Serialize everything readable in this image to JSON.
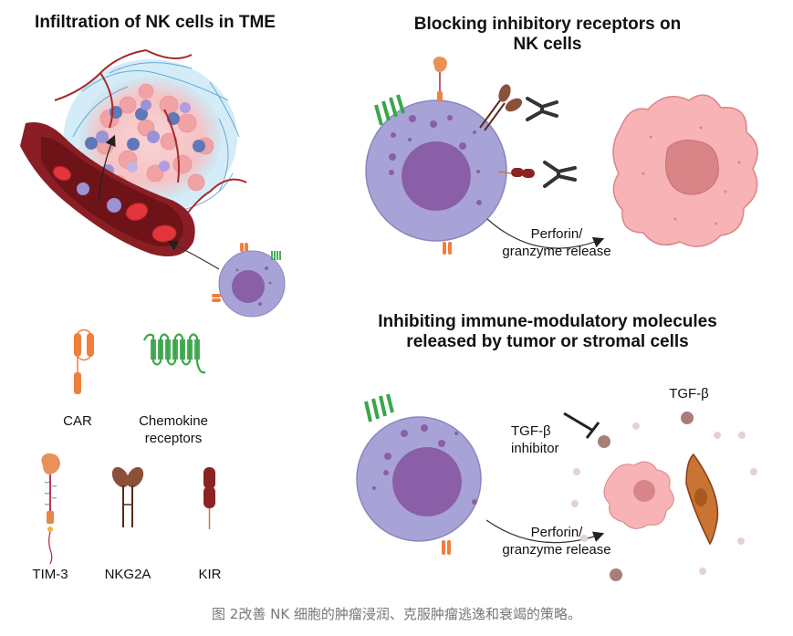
{
  "panels": {
    "infiltration": {
      "title": "Infiltration of NK cells in TME"
    },
    "blocking": {
      "title_line1": "Blocking inhibitory receptors on",
      "title_line2": "NK cells",
      "release_line1": "Perforin/",
      "release_line2": "granzyme release"
    },
    "inhibiting": {
      "title_line1": "Inhibiting immune-modulatory molecules",
      "title_line2": "released by tumor or stromal cells",
      "tgf_label": "TGF-β",
      "inhibitor_line1": "TGF-β",
      "inhibitor_line2": "inhibitor",
      "release_line1": "Perforin/",
      "release_line2": "granzyme release"
    }
  },
  "legend": {
    "car": "CAR",
    "chemokine_line1": "Chemokine",
    "chemokine_line2": "receptors",
    "tim3": "TIM-3",
    "nkg2a": "NKG2A",
    "kir": "KIR"
  },
  "caption": "图 2改善 NK 细胞的肿瘤浸润、克服肿瘤逃逸和衰竭的策略。",
  "colors": {
    "nk_cell": "#a8a3d6",
    "nk_nucleus": "#8a5fa8",
    "tumor_cell": "#f7b3b5",
    "tumor_nucleus": "#d98588",
    "car": "#f07f3c",
    "chemokine": "#3aa64a",
    "kir": "#8b2323",
    "nkg2a": "#8b4f3a",
    "tgf_beta": "#a87f78",
    "stromal": "#c87433",
    "vessel": "#8b1e24"
  }
}
